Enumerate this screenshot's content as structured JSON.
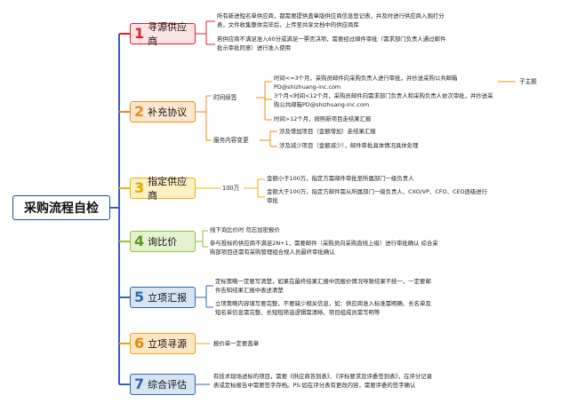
{
  "root": "采购流程自检",
  "colors": {
    "root_line": "#3b5fb8",
    "s1": "#e0202a",
    "s2": "#f08c1a",
    "s3": "#f0b400",
    "s4": "#92c43c",
    "s5": "#2c6ab0",
    "s6": "#f0a020",
    "s7": "#2c6ab0"
  },
  "sections": [
    {
      "num": "1",
      "label": "寻源供应商",
      "items": [
        "所有新进短名单供应商，都需要提供盖章版供应商信息登记表，并及时进行供应商入围打分表，文件收集整体完毕后，上传至共享文档中的供应商库",
        "若供应商不满足准入60分或满足一票否决项，需要经过邮件审批（需求部门负责人通过邮件批示审批同意）进行准入使用"
      ]
    },
    {
      "num": "2",
      "label": "补充协议",
      "sub1": "时间续签",
      "time_items": [
        "时间<=3个月，采购员邮件向采购负责人进行审批，并抄送采购公共邮箱PD@shizhuang-inc.com",
        "3个月<时间<12个月，采购员邮件向需求部门负责人和采购负责人依次审批，并抄送采购公共邮箱PD@shizhuang-inc.com",
        "时间>12个月，按照新项目走结果汇报"
      ],
      "note": "子主题",
      "sub2": "服务内容变更",
      "change_items": [
        "涉及增加项目（金额增加）走结果汇报",
        "涉及减少项目（金额减少），邮件审批具体情况具体处理"
      ]
    },
    {
      "num": "3",
      "label": "指定供应商",
      "sub1": "100万",
      "items": [
        "金额小于100万，指定方需邮件审批至所属部门一级负责人",
        "金额大于100万，指定方邮件需从所属部门一级负责人、CXO/VP、CFO、CEO逐级进行审批"
      ]
    },
    {
      "num": "4",
      "label": "询比价",
      "items": [
        "线下询比价时 勿忘加密报价",
        "参与投标的供应商不满足2N+1，需要邮件（采购员向采购直线上级）进行审批确认 综合采购部项目还需有采购管理组合规人员最终审批确认"
      ]
    },
    {
      "num": "5",
      "label": "立项汇报",
      "items": [
        "定标策略一定要写清楚，如果在最终结果汇报中因报价情况导致结果不统一，一定要邮件告知结果汇报中表述清楚",
        "立项策略内容填写要完整，不要缺少相关信息，如：供应商准入标准需明确、长名单及短名单信息需完整、长短短筛选逻辑需清晰、项目组成员需写明等"
      ]
    },
    {
      "num": "6",
      "label": "立项寻源",
      "items": [
        "报价单一定要盖章"
      ]
    },
    {
      "num": "7",
      "label": "综合评估",
      "items": [
        "有技术现场述标的项目，需要《供应商答到表》、《评标要求及评委签到表》，在评分记录表或定标报告中需要签字存档。PS:如在评分表有更改内容，需要评委的签字确认"
      ]
    }
  ]
}
